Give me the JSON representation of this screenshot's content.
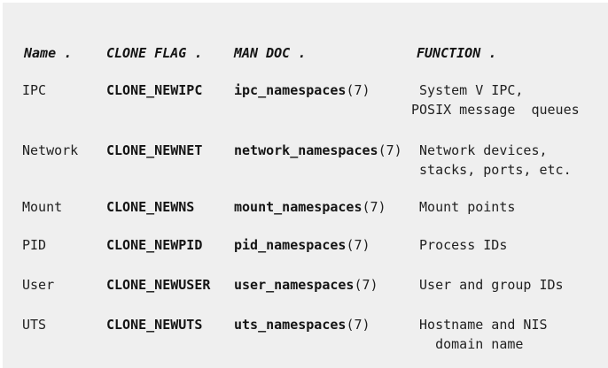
{
  "colors": {
    "page_bg": "#ffffff",
    "panel_bg": "#efefef",
    "text": "#1f1f1f",
    "heading_text": "#141414"
  },
  "table": {
    "headers": [
      {
        "label": "Name ."
      },
      {
        "label": "CLONE FLAG ."
      },
      {
        "label": "MAN DOC ."
      },
      {
        "label": "FUNCTION ."
      }
    ],
    "rows": [
      {
        "name": "IPC",
        "clone_flag": "CLONE_NEWIPC",
        "man_doc_name": "ipc_namespaces",
        "man_doc_section": "(7)",
        "function": " System V IPC,\nPOSIX message  queues"
      },
      {
        "name": "Network",
        "clone_flag": "CLONE_NEWNET",
        "man_doc_name": "network_namespaces",
        "man_doc_section": "(7)",
        "function": " Network devices,\n stacks, ports, etc."
      },
      {
        "name": "Mount",
        "clone_flag": "CLONE_NEWNS",
        "man_doc_name": "mount_namespaces",
        "man_doc_section": "(7)",
        "function": " Mount points"
      },
      {
        "name": "PID",
        "clone_flag": "CLONE_NEWPID",
        "man_doc_name": "pid_namespaces",
        "man_doc_section": "(7)",
        "function": " Process IDs"
      },
      {
        "name": "User",
        "clone_flag": "CLONE_NEWUSER",
        "man_doc_name": "user_namespaces",
        "man_doc_section": "(7)",
        "function": " User and group IDs"
      },
      {
        "name": "UTS",
        "clone_flag": "CLONE_NEWUTS",
        "man_doc_name": "uts_namespaces",
        "man_doc_section": "(7)",
        "function": " Hostname and NIS\n   domain name"
      }
    ]
  }
}
